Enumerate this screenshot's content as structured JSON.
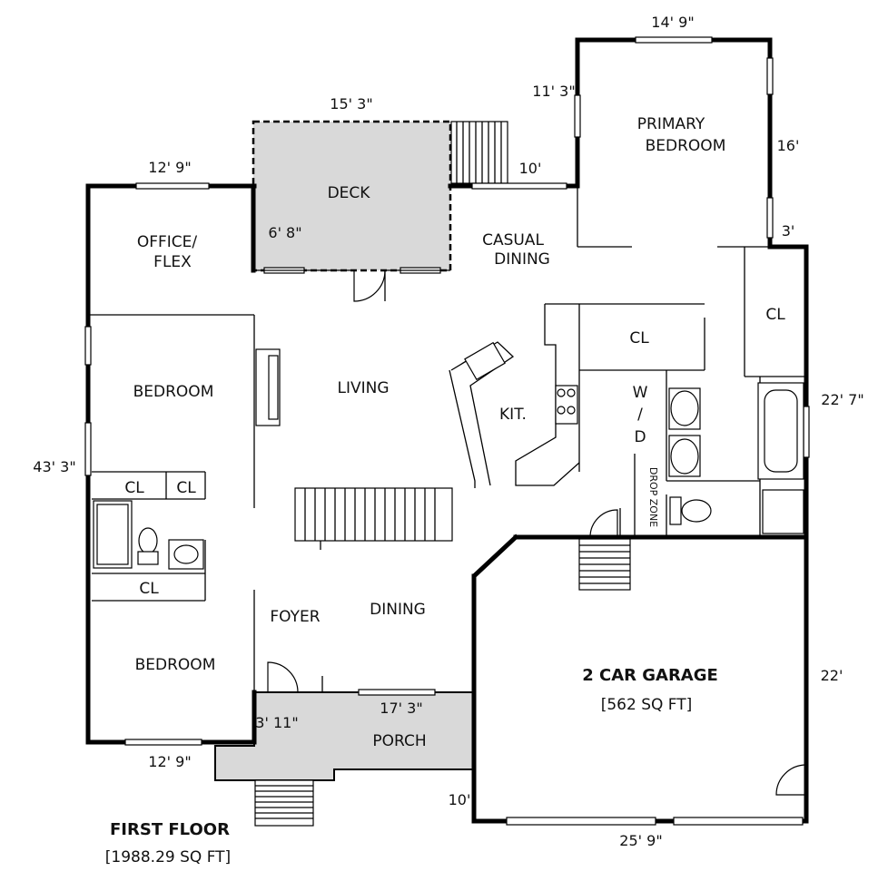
{
  "rooms": {
    "primary_bedroom": [
      "PRIMARY",
      "BEDROOM"
    ],
    "deck": "DECK",
    "casual_dining": [
      "CASUAL",
      "DINING"
    ],
    "office_flex": [
      "OFFICE/",
      "FLEX"
    ],
    "closet_primary": "CL",
    "closet_mid": "CL",
    "living": "LIVING",
    "kitchen": "KIT.",
    "bedroom_1": "BEDROOM",
    "closet_1": "CL",
    "closet_2": "CL",
    "closet_3": "CL",
    "washer_dryer": [
      "W",
      "/",
      "D"
    ],
    "drop_zone": "DROP ZONE",
    "foyer": "FOYER",
    "dining": "DINING",
    "garage": "2 CAR GARAGE",
    "garage_area": "[562 SQ FT]",
    "bedroom_2": "BEDROOM",
    "porch": "PORCH"
  },
  "dimensions": {
    "primary_top": "14' 9\"",
    "primary_left": "11' 3\"",
    "primary_right": "16'",
    "deck_top": "15' 3\"",
    "office_top": "12' 9\"",
    "casual_top": "10'",
    "hall_right": "3'",
    "deck_left": "6' 8\"",
    "overall_left": "43' 3\"",
    "bath_right": "22' 7\"",
    "garage_right": "22'",
    "porch_left": "3' 11\"",
    "porch_top": "17' 3\"",
    "bedroom_bottom": "12' 9\"",
    "garage_left": "10'",
    "garage_bottom": "25' 9\""
  },
  "footer": {
    "title": "FIRST FLOOR",
    "area": "[1988.29 SQ FT]"
  },
  "colors": {
    "wall": "#000000",
    "shaded_area": "#d9d9d9",
    "background": "#ffffff"
  }
}
